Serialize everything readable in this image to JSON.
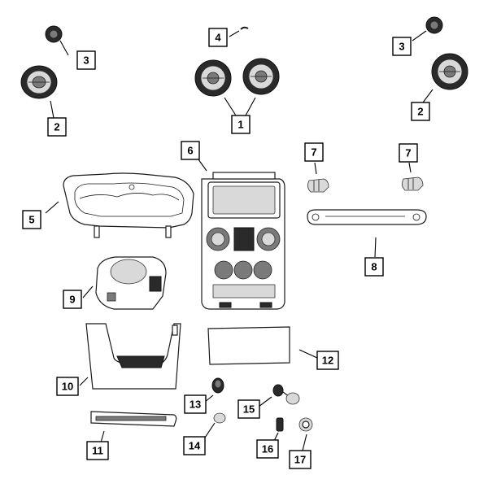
{
  "diagram": {
    "callouts": [
      {
        "id": "c1",
        "label": "1"
      },
      {
        "id": "c2a",
        "label": "2"
      },
      {
        "id": "c2b",
        "label": "2"
      },
      {
        "id": "c3a",
        "label": "3"
      },
      {
        "id": "c3b",
        "label": "3"
      },
      {
        "id": "c4",
        "label": "4"
      },
      {
        "id": "c5",
        "label": "5"
      },
      {
        "id": "c6",
        "label": "6"
      },
      {
        "id": "c7a",
        "label": "7"
      },
      {
        "id": "c7b",
        "label": "7"
      },
      {
        "id": "c8",
        "label": "8"
      },
      {
        "id": "c9",
        "label": "9"
      },
      {
        "id": "c10",
        "label": "10"
      },
      {
        "id": "c11",
        "label": "11"
      },
      {
        "id": "c12",
        "label": "12"
      },
      {
        "id": "c13",
        "label": "13"
      },
      {
        "id": "c14",
        "label": "14"
      },
      {
        "id": "c15",
        "label": "15"
      },
      {
        "id": "c16",
        "label": "16"
      },
      {
        "id": "c17",
        "label": "17"
      }
    ]
  }
}
